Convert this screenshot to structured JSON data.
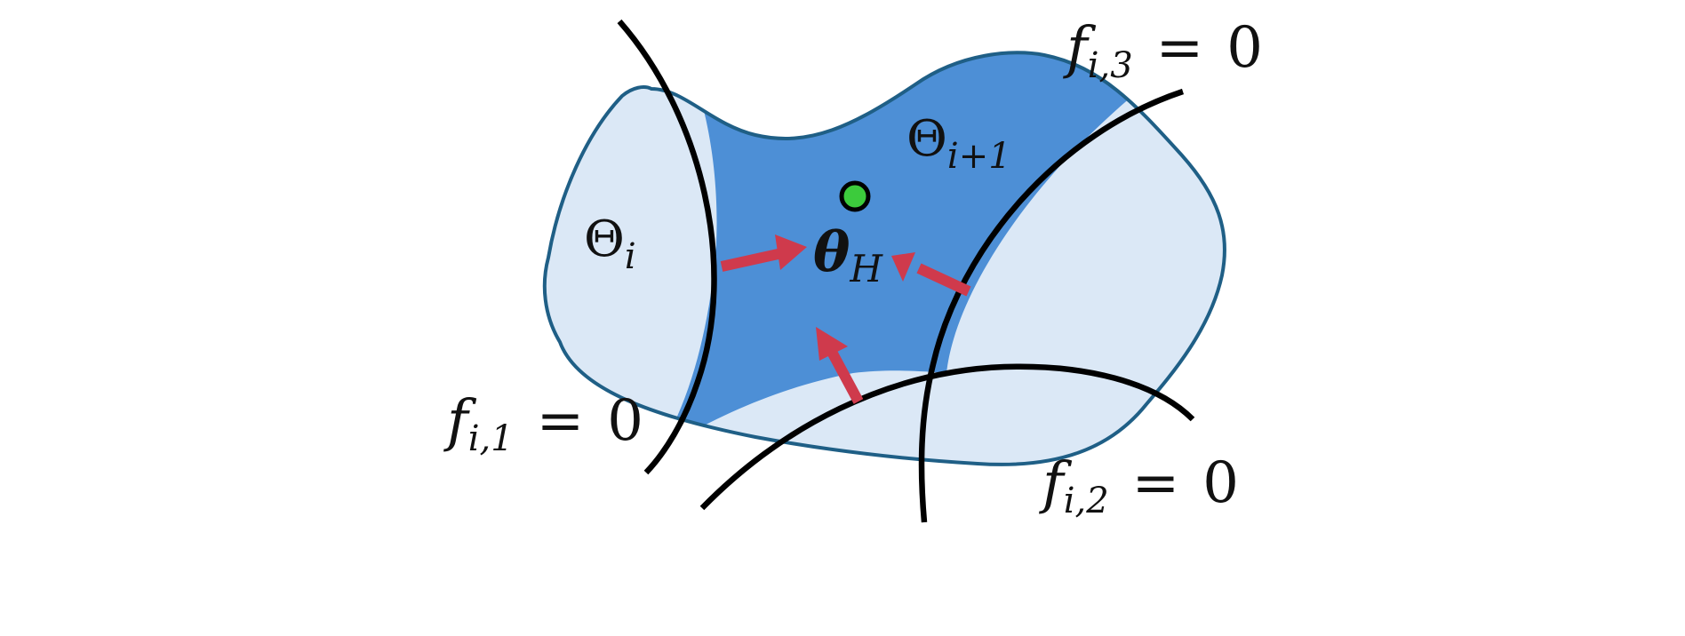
{
  "diagram": {
    "colors": {
      "outer_region_fill": "#dbe8f6",
      "inner_region_fill": "#4d8fd6",
      "region_outline": "#1f5f86",
      "constraint_curve": "#000000",
      "arrow": "#cf3a4c",
      "point_fill": "#3ccb3c",
      "point_outline": "#000000"
    },
    "regions": {
      "left": {
        "symbol": "Θ",
        "subscript": "i"
      },
      "right": {
        "symbol": "Θ",
        "subscript": "i+1"
      }
    },
    "point": {
      "symbol": "θ",
      "subscript": "H"
    },
    "constraints": [
      {
        "func": "f",
        "subscript": "i,1",
        "relation": "=",
        "rhs": "0"
      },
      {
        "func": "f",
        "subscript": "i,2",
        "relation": "=",
        "rhs": "0"
      },
      {
        "func": "f",
        "subscript": "i,3",
        "relation": "=",
        "rhs": "0"
      }
    ],
    "arrows": [
      {
        "from": "f_i,1 boundary",
        "to": "theta_H"
      },
      {
        "from": "f_i,2 boundary",
        "to": "theta_H"
      },
      {
        "from": "f_i,3 boundary",
        "to": "theta_H"
      }
    ]
  }
}
